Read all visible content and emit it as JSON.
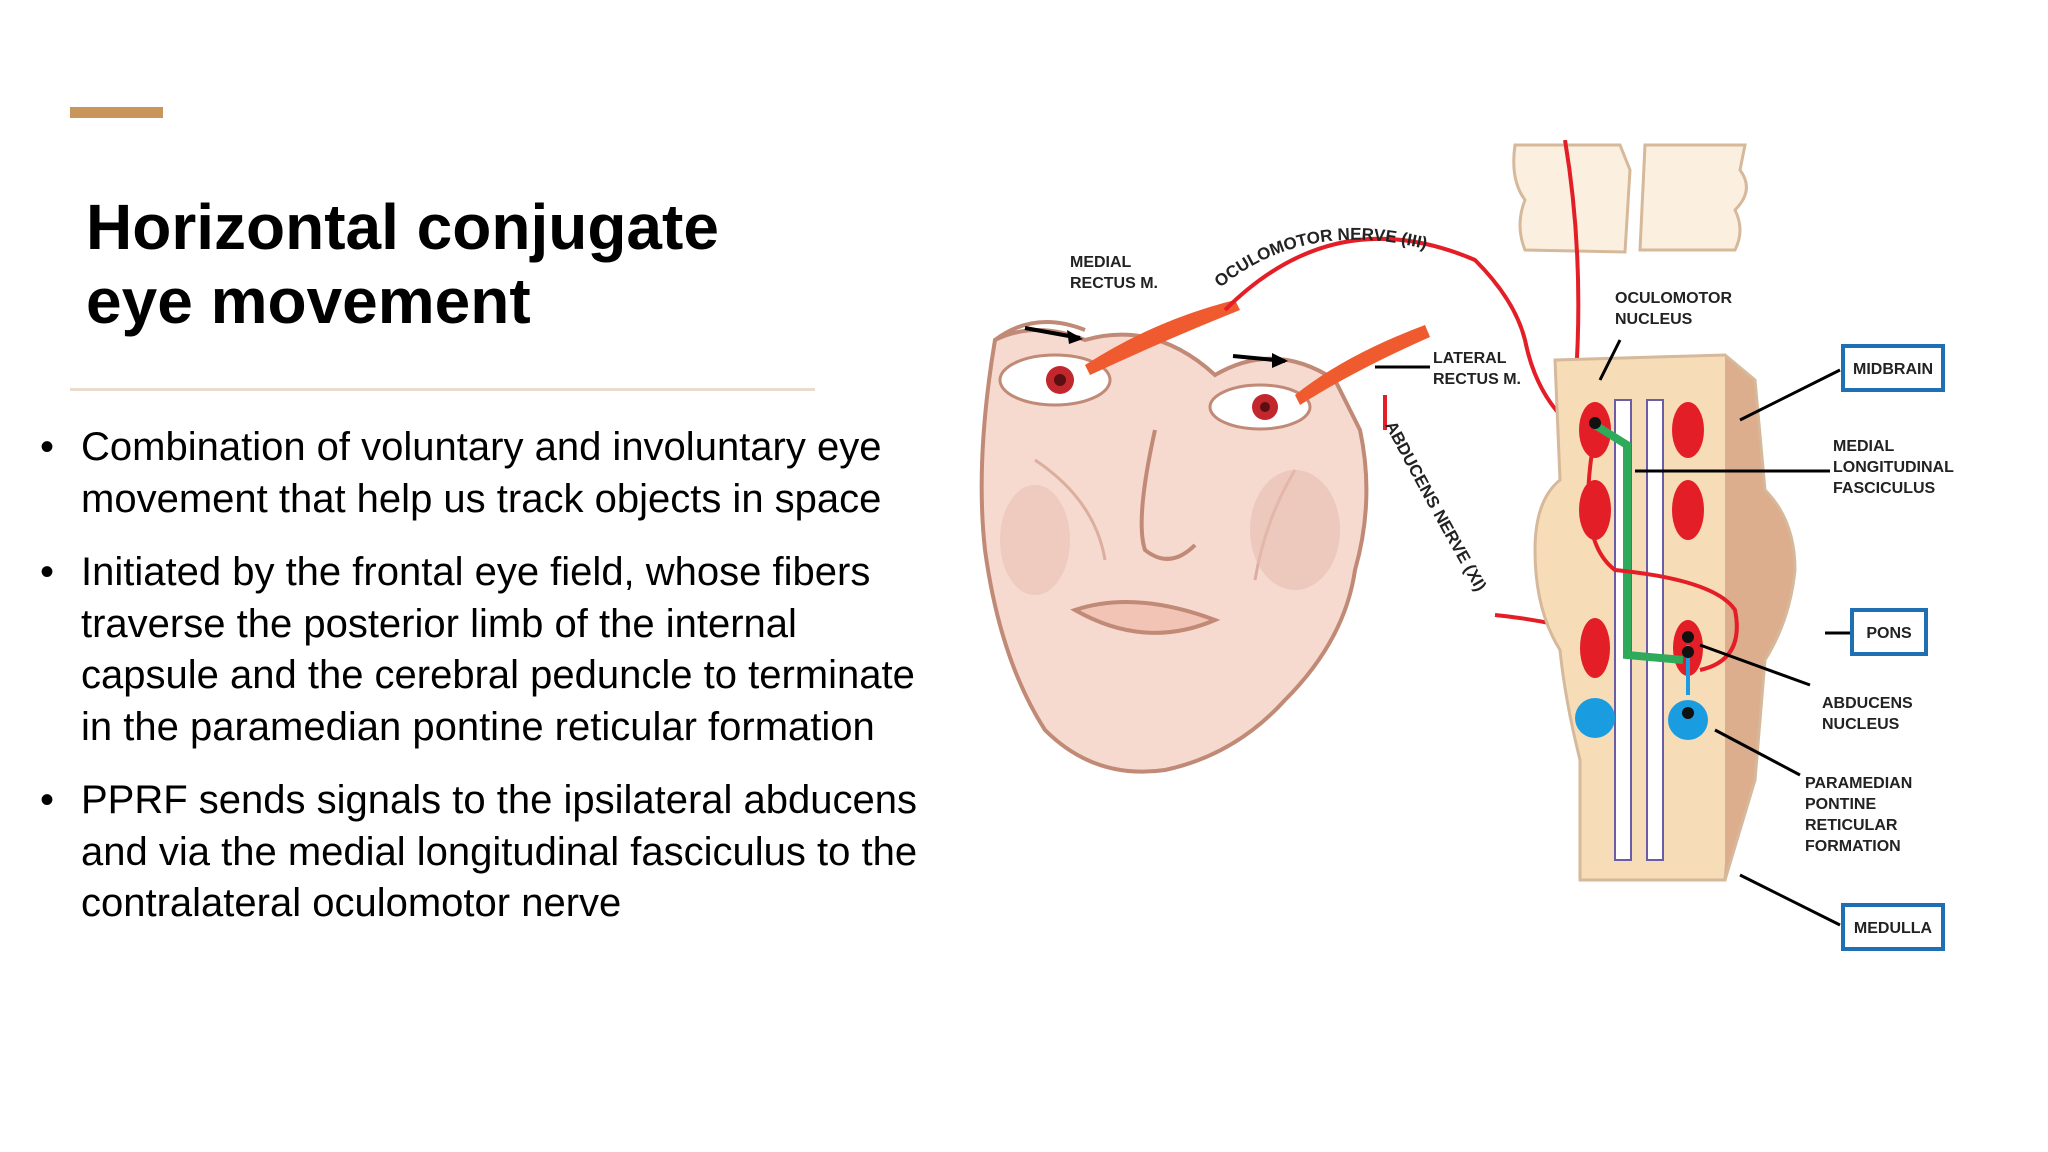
{
  "slide": {
    "title_line1": "Horizontal conjugate",
    "title_line2": "eye movement",
    "accent_color": "#c9955a",
    "bullets": [
      "Combination of voluntary and involuntary eye movement that help us track objects in space",
      "Initiated by the frontal eye field, whose fibers traverse the posterior limb of the internal capsule and the cerebral peduncle to terminate in the paramedian pontine reticular formation",
      "PPRF sends signals to the ipsilateral abducens and via the medial longitudinal fasciculus to the contralateral oculomotor nerve"
    ]
  },
  "diagram": {
    "labels": {
      "medial_rectus_1": "MEDIAL",
      "medial_rectus_2": "RECTUS M.",
      "oculomotor_nerve": "OCULOMOTOR NERVE (III)",
      "lateral_rectus_1": "LATERAL",
      "lateral_rectus_2": "RECTUS M.",
      "abducens_nerve": "ABDUCENS NERVE (XI)",
      "oculomotor_nucleus_1": "OCULOMOTOR",
      "oculomotor_nucleus_2": "NUCLEUS",
      "midbrain": "MIDBRAIN",
      "mlf_1": "MEDIAL",
      "mlf_2": "LONGITUDINAL",
      "mlf_3": "FASCICULUS",
      "pons": "PONS",
      "abducens_nucleus_1": "ABDUCENS",
      "abducens_nucleus_2": "NUCLEUS",
      "pprf_1": "PARAMEDIAN",
      "pprf_2": "PONTINE",
      "pprf_3": "RETICULAR",
      "pprf_4": "FORMATION",
      "medulla": "MEDULLA"
    },
    "colors": {
      "skin": "#f6d9cf",
      "outline": "#c08a76",
      "brainstem": "#f6dcb7",
      "nucleus_red": "#e41e26",
      "pprf_blue": "#1a9ce0",
      "mlf_green": "#2daa5a",
      "box_blue": "#1f6fb3"
    }
  }
}
